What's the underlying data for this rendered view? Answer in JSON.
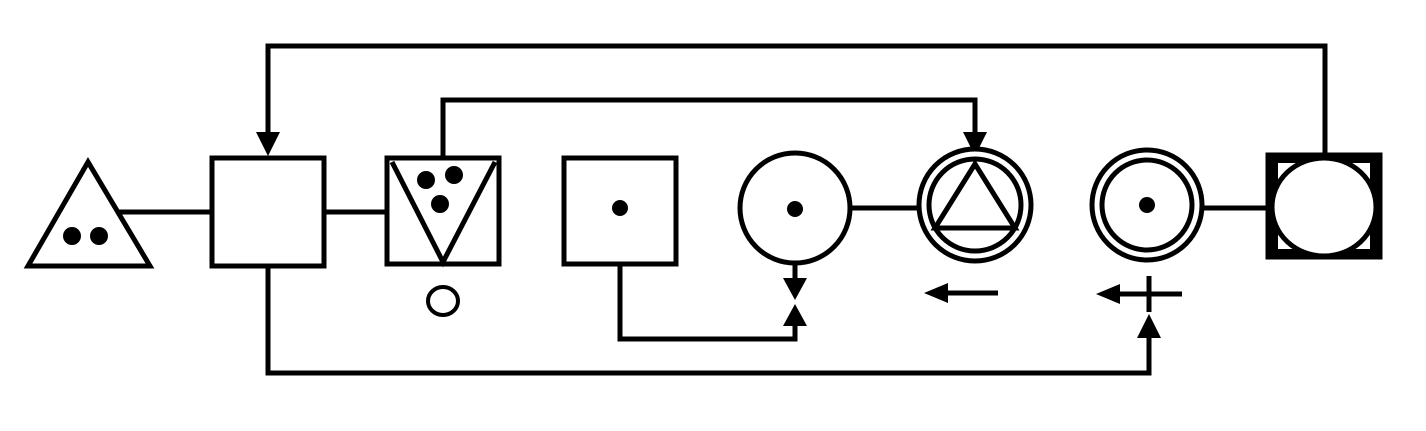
{
  "diagram": {
    "stroke_color": "#000000",
    "background_color": "#ffffff",
    "symbols": [
      {
        "id": "triangle-two-dots",
        "shape": "triangle",
        "dots": 2
      },
      {
        "id": "empty-square",
        "shape": "square",
        "dots": 0
      },
      {
        "id": "square-inverted-triangle",
        "shape": "square-with-inverted-triangle",
        "dots": 3
      },
      {
        "id": "small-open-circle",
        "shape": "circle",
        "dots": 0
      },
      {
        "id": "square-one-dot",
        "shape": "square",
        "dots": 1
      },
      {
        "id": "circle-one-dot",
        "shape": "circle",
        "dots": 1
      },
      {
        "id": "double-circle-triangle",
        "shape": "double-circle-with-triangle",
        "dots": 0
      },
      {
        "id": "double-circle-dot",
        "shape": "double-circle",
        "dots": 1
      },
      {
        "id": "square-inscribed-circle",
        "shape": "square-with-circle",
        "dots": 0
      }
    ],
    "arrows": [
      {
        "id": "left-arrow",
        "direction": "left"
      },
      {
        "id": "left-arrow-crossed",
        "direction": "left",
        "crossed": true
      }
    ]
  }
}
